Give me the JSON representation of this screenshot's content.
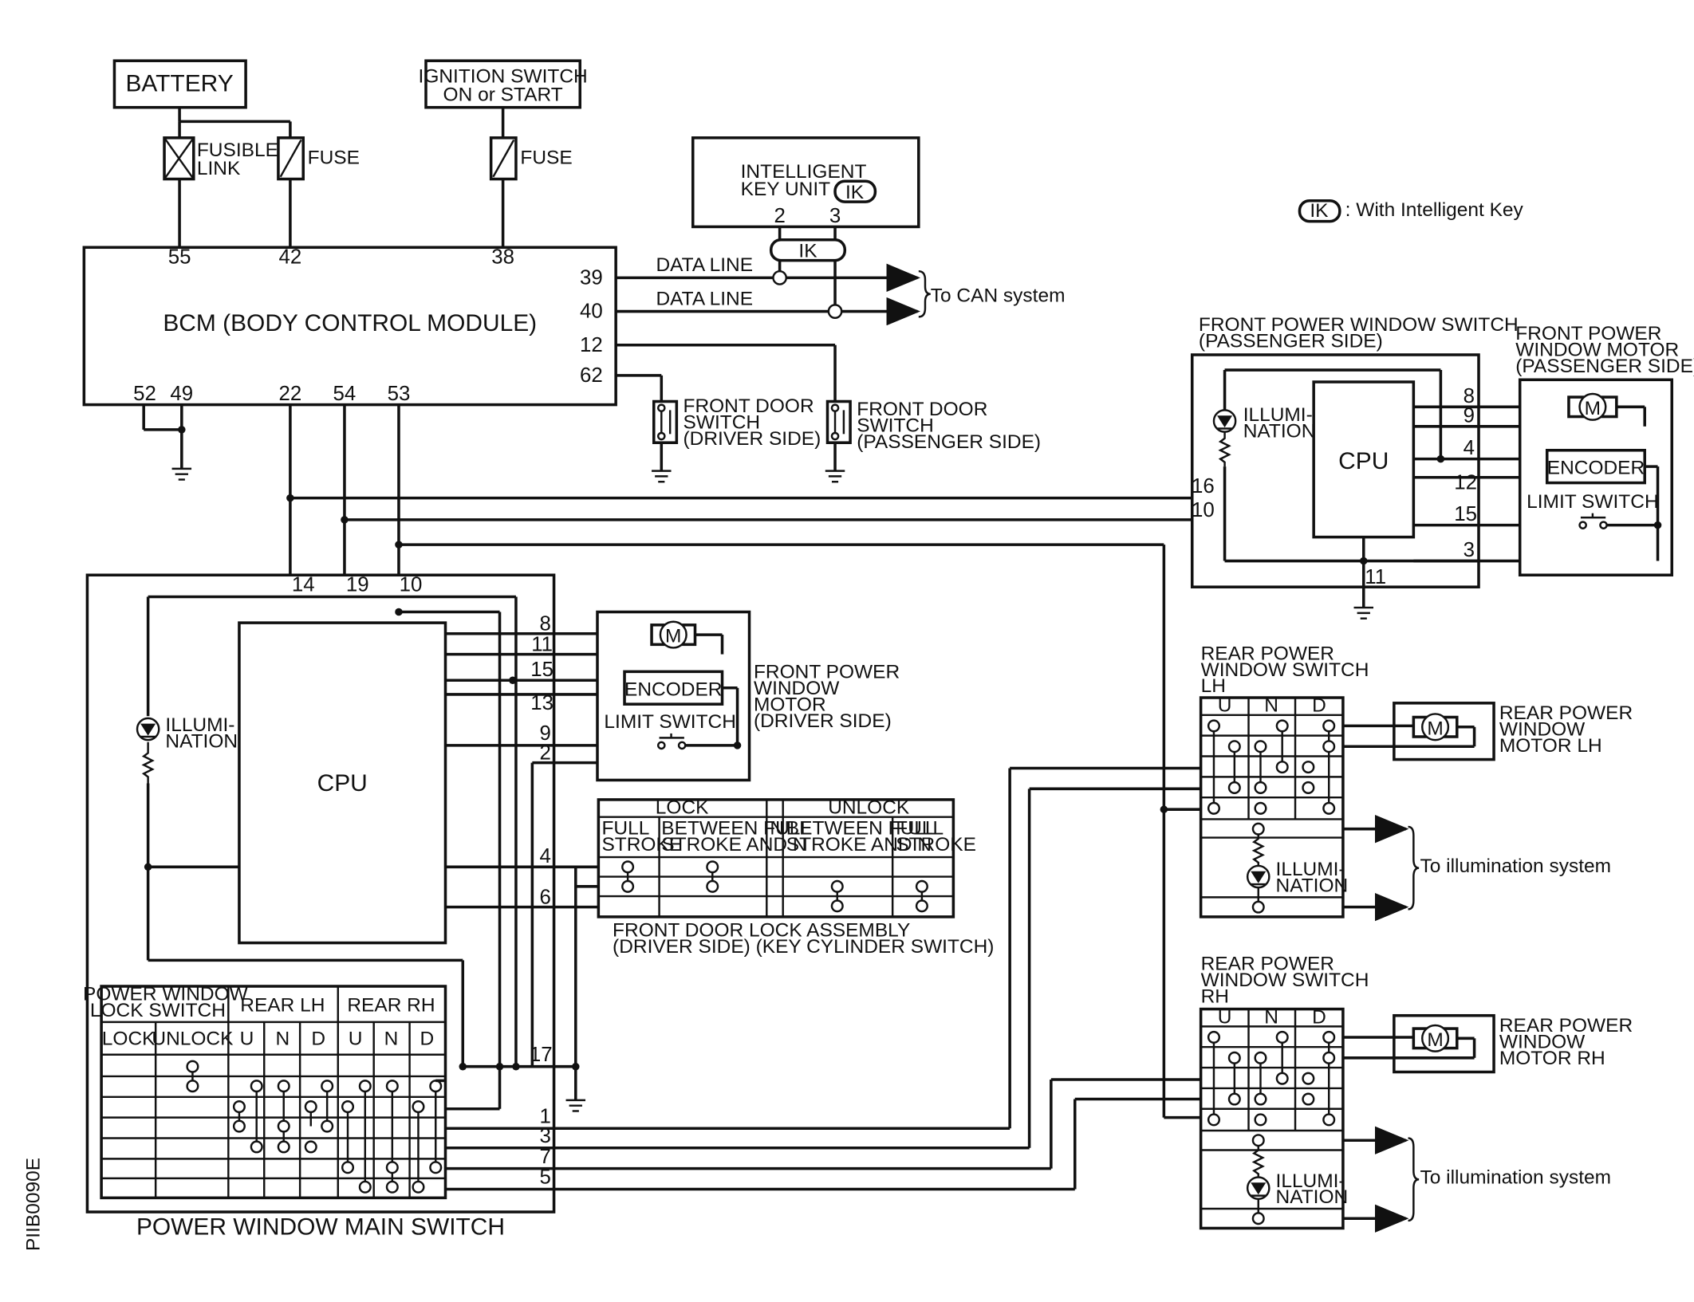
{
  "colors": {
    "line": "#111111",
    "background": "#ffffff"
  },
  "icons": [
    "fusible-link-icon",
    "fuse-icon",
    "motor-icon",
    "led-icon",
    "resistor-icon",
    "ground-icon",
    "door-switch-icon",
    "arrow-icon"
  ],
  "battery": "BATTERY",
  "ignition": {
    "line1": "IGNITION SWITCH",
    "line2": "ON or START"
  },
  "fusible_link": {
    "line1": "FUSIBLE",
    "line2": "LINK"
  },
  "fuse": "FUSE",
  "intelligent_key": {
    "line1": "INTELLIGENT",
    "line2": "KEY UNIT :",
    "badge": "IK",
    "pin_a": "2",
    "pin_b": "3"
  },
  "ik_legend": {
    "badge": "IK",
    "text": ": With Intelligent Key"
  },
  "bcm": {
    "label": "BCM (BODY CONTROL MODULE)",
    "pins_top": [
      "55",
      "42",
      "38"
    ],
    "pins_right": [
      "39",
      "40",
      "12",
      "62"
    ],
    "pins_bottom": [
      "52",
      "49",
      "22",
      "54",
      "53"
    ]
  },
  "data_line": "DATA LINE",
  "can_system": "To CAN system",
  "front_door_switch_driver": {
    "line1": "FRONT DOOR",
    "line2": "SWITCH",
    "line3": "(DRIVER SIDE)"
  },
  "front_door_switch_passenger": {
    "line1": "FRONT DOOR",
    "line2": "SWITCH",
    "line3": "(PASSENGER SIDE)"
  },
  "fpws_passenger": {
    "line1": "FRONT POWER WINDOW SWITCH",
    "line2": "(PASSENGER SIDE)",
    "illum1": "ILLUMI-",
    "illum2": "NATION",
    "cpu": "CPU",
    "pins": [
      "8",
      "9",
      "4",
      "12",
      "15",
      "3",
      "16",
      "10",
      "11"
    ]
  },
  "fpwm_passenger": {
    "line1": "FRONT POWER",
    "line2": "WINDOW MOTOR",
    "line3": "(PASSENGER SIDE)",
    "encoder": "ENCODER",
    "limit": "LIMIT SWITCH"
  },
  "main_switch": {
    "label": "POWER WINDOW MAIN SWITCH",
    "pins_top": [
      "14",
      "19",
      "10"
    ],
    "pins_right": [
      "8",
      "11",
      "15",
      "13",
      "9",
      "2",
      "4",
      "6",
      "17",
      "1",
      "3",
      "7",
      "5"
    ],
    "illum1": "ILLUMI-",
    "illum2": "NATION",
    "cpu": "CPU",
    "table": {
      "h1": "POWER WINDOW",
      "h2": "LOCK SWITCH",
      "rear_lh": "REAR LH",
      "rear_rh": "REAR RH",
      "cols": [
        "LOCK",
        "UNLOCK",
        "U",
        "N",
        "D",
        "U",
        "N",
        "D"
      ]
    }
  },
  "fpwm_driver": {
    "line1": "FRONT POWER",
    "line2": "WINDOW",
    "line3": "MOTOR",
    "line4": "(DRIVER SIDE)",
    "encoder": "ENCODER",
    "limit": "LIMIT SWITCH"
  },
  "door_lock": {
    "lock": "LOCK",
    "unlock": "UNLOCK",
    "full1": "FULL",
    "full2": "STROKE",
    "between1": "BETWEEN FULL",
    "between2": "STROKE AND N",
    "n": "N",
    "label1": "FRONT DOOR LOCK ASSEMBLY",
    "label2": "(DRIVER SIDE) (KEY CYLINDER SWITCH)"
  },
  "rear_lh": {
    "line1": "REAR POWER",
    "line2": "WINDOW SWITCH",
    "line3": "LH",
    "cols": [
      "U",
      "N",
      "D"
    ],
    "illum1": "ILLUMI-",
    "illum2": "NATION",
    "motor1": "REAR POWER",
    "motor2": "WINDOW",
    "motor3": "MOTOR LH",
    "to_illum": "To illumination system"
  },
  "rear_rh": {
    "line1": "REAR POWER",
    "line2": "WINDOW SWITCH",
    "line3": "RH",
    "cols": [
      "U",
      "N",
      "D"
    ],
    "illum1": "ILLUMI-",
    "illum2": "NATION",
    "motor1": "REAR POWER",
    "motor2": "WINDOW",
    "motor3": "MOTOR RH",
    "to_illum": "To illumination system"
  },
  "figure_code": "PIIB0090E"
}
